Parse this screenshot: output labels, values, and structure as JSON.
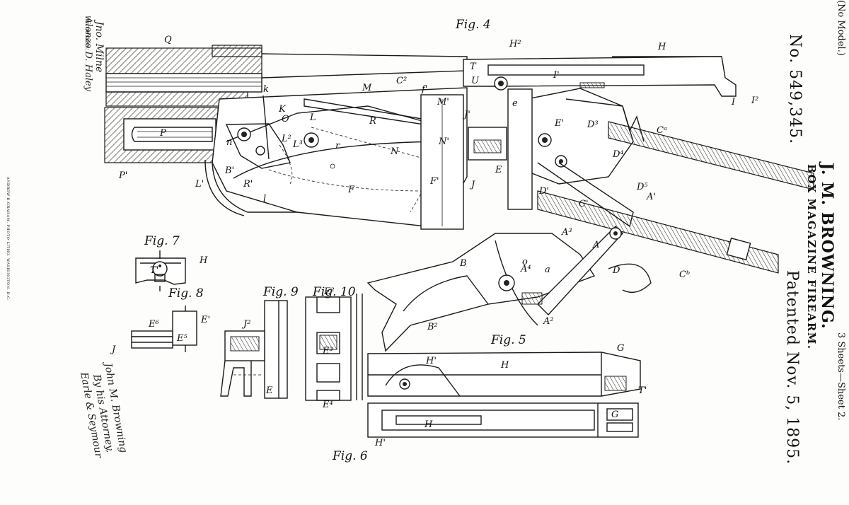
{
  "header": {
    "corner_top": "(No Model.)",
    "patent_number": "No. 549,345.",
    "inventor": "J. M. BROWNING.",
    "title": "BOX MAGAZINE FIREARM.",
    "patented": "Patented Nov. 5, 1895.",
    "sheet": "3 Sheets—Sheet 2.",
    "printer": "ANDREW B.GRAHAM. PHOTO-LITHO. WASHINGTON. D.C."
  },
  "witnesses": {
    "heading": "Witnesses:",
    "sig1": "Jno. Milne",
    "sig2": "Alonzo D. Haley"
  },
  "inventor_signature": {
    "name": "John M. Browning",
    "by": "By his Attorney,",
    "attorney": "Earle & Seymour"
  },
  "figures": [
    "Fig. 4",
    "Fig. 5",
    "Fig. 6",
    "Fig. 7",
    "Fig. 8",
    "Fig. 9",
    "Fig. 10"
  ],
  "labels": {
    "Q": "Q",
    "P": "P",
    "P1": "P'",
    "k": "k",
    "K": "K",
    "O": "O",
    "L": "L",
    "L2": "L²",
    "L3": "L³",
    "n": "n",
    "B1": "B'",
    "R": "R",
    "R1": "R'",
    "L1": "L'",
    "l": "l",
    "r": "r",
    "F": "F",
    "F1": "F'",
    "M": "M",
    "M1": "M'",
    "C1": "C'",
    "C2": "C²",
    "f1": "f'",
    "N": "N",
    "N1": "N'",
    "J1": "J'",
    "J": "J",
    "E": "E",
    "E1": "E'",
    "e": "e",
    "D1": "D'",
    "D3": "D³",
    "D4": "D⁴",
    "D5": "D⁵",
    "Ca": "Cᵃ",
    "Cb": "Cᵇ",
    "A": "A",
    "A1": "A'",
    "A2": "A²",
    "A3": "A³",
    "A4": "A⁴",
    "a": "a",
    "o": "o",
    "D": "D",
    "B": "B",
    "B2": "B²",
    "H": "H",
    "H1": "H'",
    "H2": "H²",
    "I": "I",
    "I1": "I'",
    "I2": "I²",
    "T": "T",
    "T1": "T'",
    "U": "U",
    "G": "G",
    "E2": "E²",
    "E3": "E³",
    "E4": "E⁴",
    "E5": "E⁵",
    "E6": "E⁶",
    "J2": "J²",
    "J3": "J³"
  }
}
